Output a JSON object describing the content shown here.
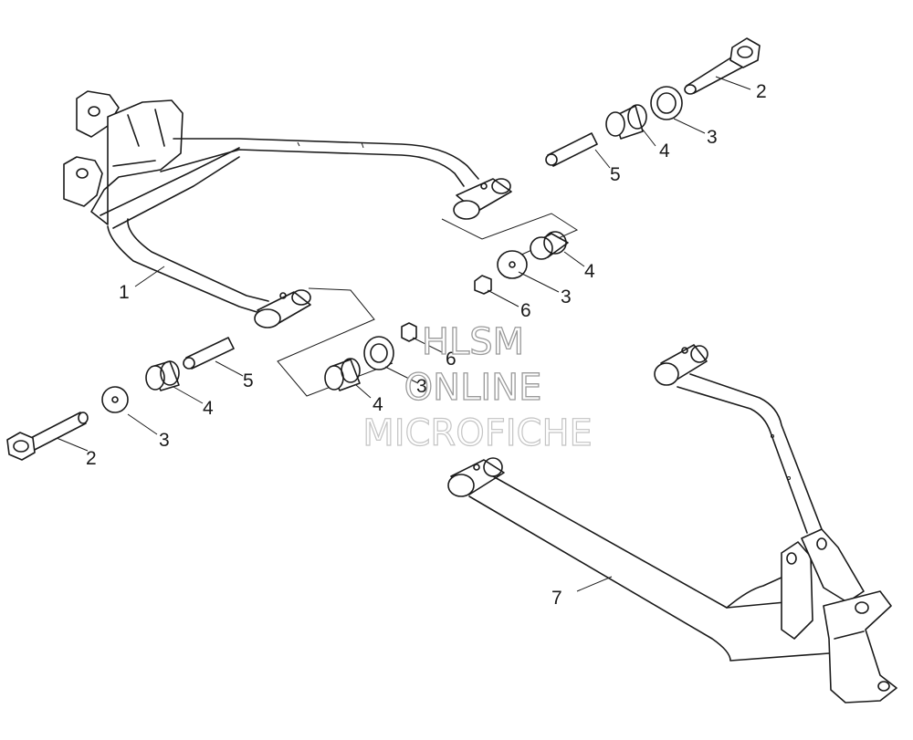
{
  "callouts": {
    "c1": "1",
    "c2a": "2",
    "c2b": "2",
    "c3a": "3",
    "c3b": "3",
    "c3c": "3",
    "c3d": "3",
    "c4a": "4",
    "c4b": "4",
    "c4c": "4",
    "c4d": "4",
    "c5a": "5",
    "c5b": "5",
    "c6a": "6",
    "c6b": "6",
    "c7": "7"
  },
  "watermark": {
    "line1": "HLSM",
    "line2": "ONLINE",
    "line3": "MICROFICHE"
  }
}
